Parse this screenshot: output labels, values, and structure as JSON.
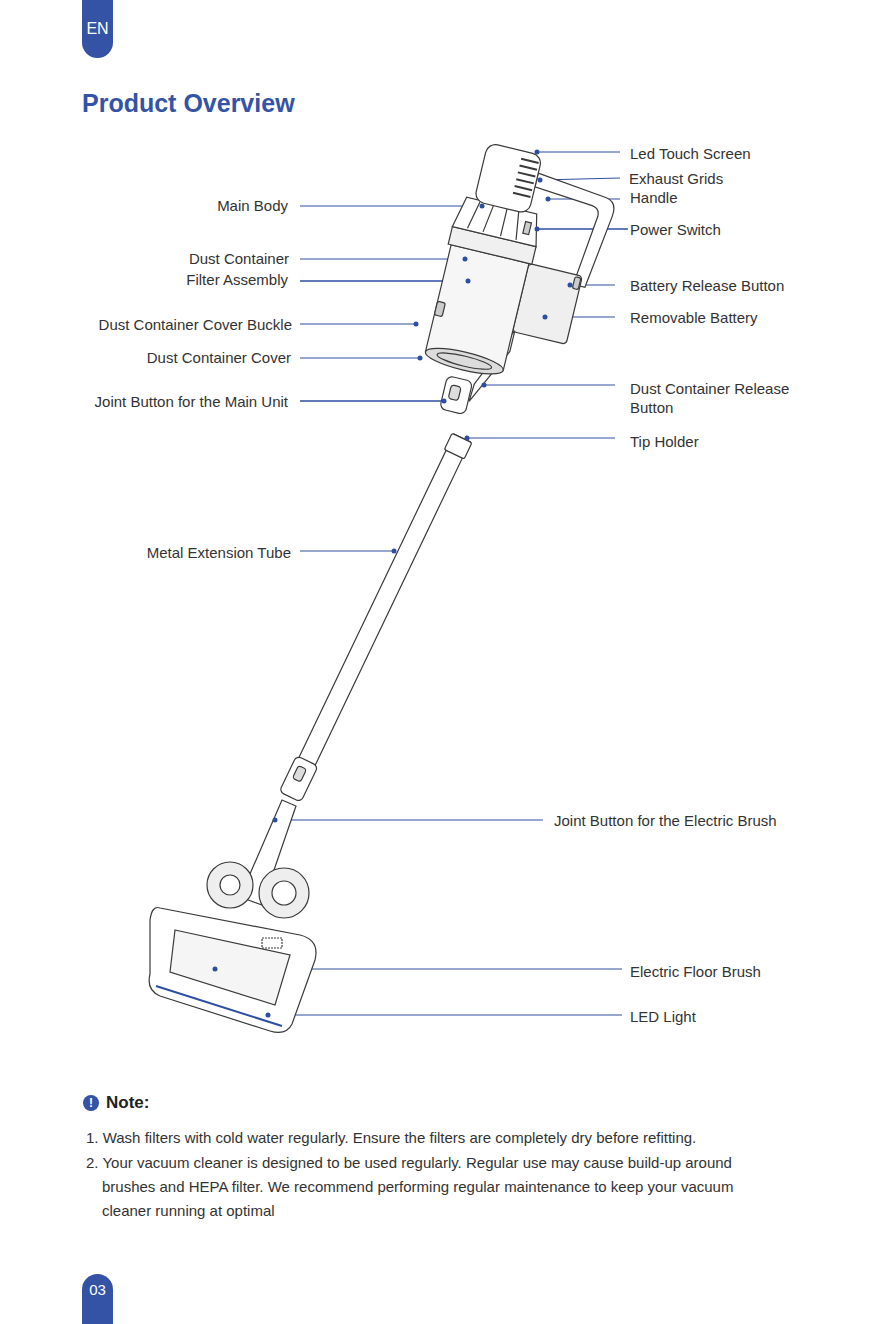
{
  "diagram": {
    "title": "Product Overview",
    "nodes": [
      {
        "text": [
          "EN"
        ]
      },
      {
        "text": [
          "!"
        ]
      },
      {
        "text": [
          "03"
        ]
      }
    ],
    "labels": [
      "Led Touch Screen",
      "Main Body",
      "Exhaust Grids",
      "Handle",
      "Power Switch",
      "Dust Container",
      "Filter Assembly",
      "Battery Release Button",
      "Dust Container Cover Buckle",
      "Removable Battery",
      "Dust Container Cover",
      "Joint Button for the Main Unit",
      "Dust Container Release Button",
      "Tip Holder",
      "Metal Extension Tube",
      "Joint Button for the Electric Brush",
      "Electric Floor Brush",
      "LED Light",
      "Note:",
      "1. Wash filters with cold water regularly. Ensure the filters are completely dry before refitting.",
      "2. Your vacuum cleaner is designed to be used regularly. Regular use may cause build-up around brushes and HEPA filter. We recommend performing regular maintenance to keep your vacuum cleaner running at optimal"
    ]
  }
}
